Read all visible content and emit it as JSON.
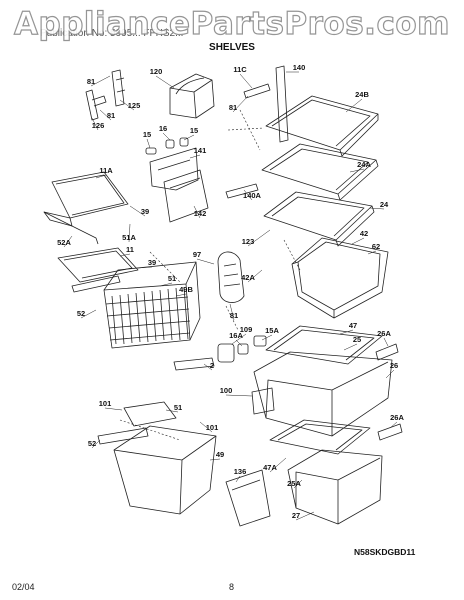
{
  "watermark": "AppliancePartsPros.com",
  "header": {
    "small": "Publication No: 5995...   FFHS2...",
    "title": "SHELVES"
  },
  "diagram_code": "N58SKDGBD11",
  "footer": {
    "date": "02/04",
    "page": "8"
  },
  "labels": [
    {
      "text": "81"
    },
    {
      "text": "125"
    },
    {
      "text": "81"
    },
    {
      "text": "126"
    },
    {
      "text": "120"
    },
    {
      "text": "11C"
    },
    {
      "text": "140"
    },
    {
      "text": "81"
    },
    {
      "text": "24B"
    },
    {
      "text": "15"
    },
    {
      "text": "16"
    },
    {
      "text": "15"
    },
    {
      "text": "141"
    },
    {
      "text": "11A"
    },
    {
      "text": "24A"
    },
    {
      "text": "39"
    },
    {
      "text": "140A"
    },
    {
      "text": "142"
    },
    {
      "text": "24"
    },
    {
      "text": "51A"
    },
    {
      "text": "52A"
    },
    {
      "text": "11"
    },
    {
      "text": "97"
    },
    {
      "text": "123"
    },
    {
      "text": "42"
    },
    {
      "text": "62"
    },
    {
      "text": "39"
    },
    {
      "text": "42A"
    },
    {
      "text": "51"
    },
    {
      "text": "49B"
    },
    {
      "text": "81"
    },
    {
      "text": "52"
    },
    {
      "text": "109"
    },
    {
      "text": "15A"
    },
    {
      "text": "16A"
    },
    {
      "text": "47"
    },
    {
      "text": "26A"
    },
    {
      "text": "25"
    },
    {
      "text": "2"
    },
    {
      "text": "26"
    },
    {
      "text": "100"
    },
    {
      "text": "101"
    },
    {
      "text": "51"
    },
    {
      "text": "101"
    },
    {
      "text": "26A"
    },
    {
      "text": "52"
    },
    {
      "text": "49"
    },
    {
      "text": "136"
    },
    {
      "text": "47A"
    },
    {
      "text": "25A"
    },
    {
      "text": "27"
    }
  ]
}
